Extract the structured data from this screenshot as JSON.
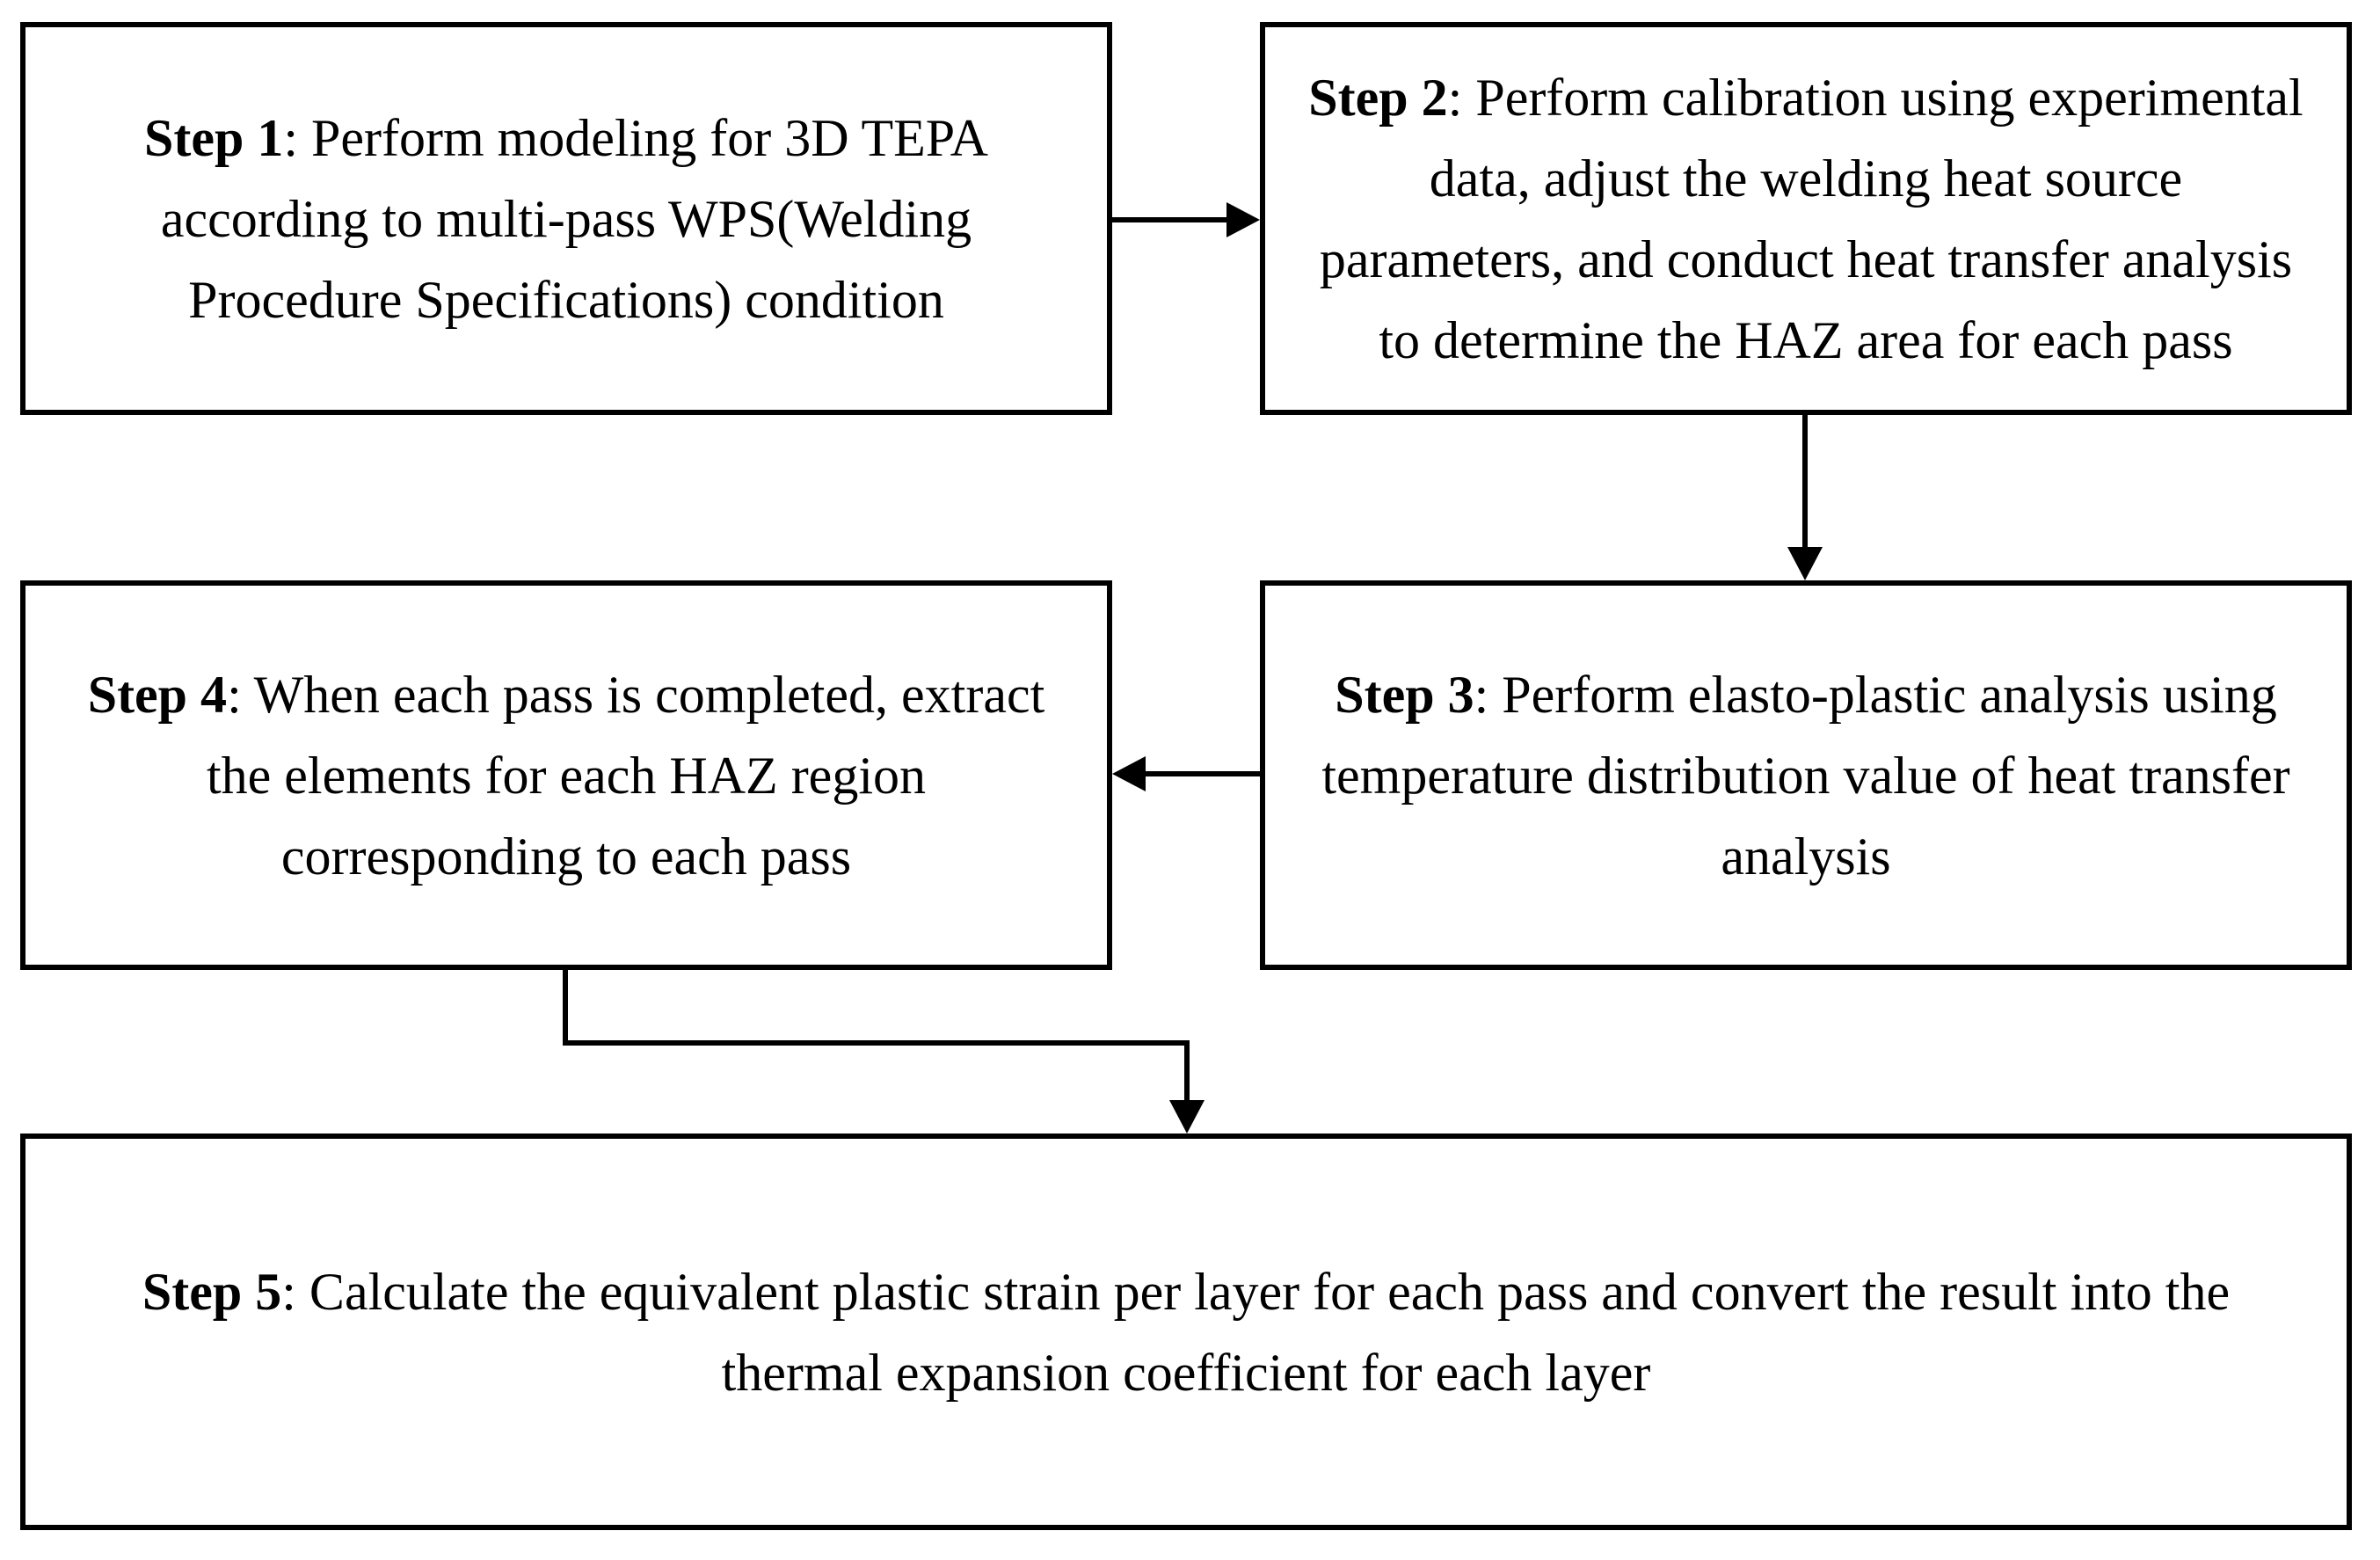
{
  "colors": {
    "background": "#ffffff",
    "line": "#000000",
    "text": "#000000"
  },
  "boxes": [
    {
      "id": "step1",
      "label": "Step 1",
      "lines": [
        ": Perform modeling for 3D TEPA",
        "according to multi-pass WPS(Welding",
        "Procedure Specifications) condition"
      ]
    },
    {
      "id": "step2",
      "label": "Step 2",
      "lines": [
        ": Perform calibration using experimental",
        "data, adjust the welding heat source",
        "parameters, and conduct heat transfer analysis",
        "to determine the HAZ area for each pass"
      ]
    },
    {
      "id": "step3",
      "label": "Step 3",
      "lines": [
        ": Perform elasto-plastic analysis using",
        "temperature distribution value of heat transfer",
        "analysis"
      ]
    },
    {
      "id": "step4",
      "label": "Step 4",
      "lines": [
        ": When each pass is completed, extract",
        "the elements for each HAZ region",
        "corresponding to each pass"
      ]
    },
    {
      "id": "step5",
      "label": "Step 5",
      "lines": [
        ": Calculate the equivalent plastic strain per layer for each pass and convert the result into the",
        "thermal expansion coefficient for each layer"
      ]
    }
  ],
  "connectors": [
    {
      "from": "Step 1",
      "to": "Step 2",
      "direction": "right"
    },
    {
      "from": "Step 2",
      "to": "Step 3",
      "direction": "down"
    },
    {
      "from": "Step 3",
      "to": "Step 4",
      "direction": "left"
    },
    {
      "from": "Step 4",
      "to": "Step 5",
      "direction": "down"
    }
  ]
}
